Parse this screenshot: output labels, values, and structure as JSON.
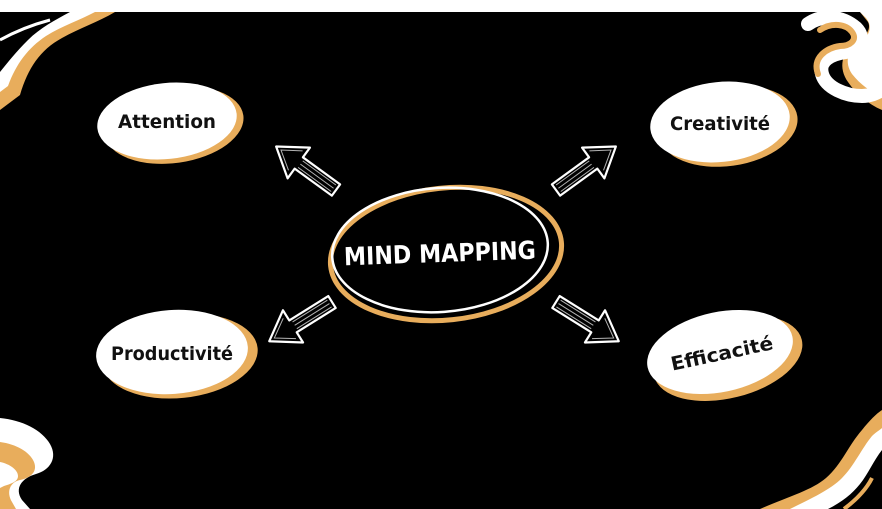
{
  "diagram": {
    "title": "MIND MAPPING",
    "nodes": [
      {
        "id": "attention",
        "label": "Attention"
      },
      {
        "id": "creativite",
        "label": "Creativité"
      },
      {
        "id": "productivite",
        "label": "Productivité"
      },
      {
        "id": "efficacite",
        "label": "Efficacité"
      }
    ]
  },
  "colors": {
    "background": "#000000",
    "accent": "#e8ad5c",
    "bubble": "#ffffff",
    "text_dark": "#111111",
    "text_light": "#ffffff"
  }
}
